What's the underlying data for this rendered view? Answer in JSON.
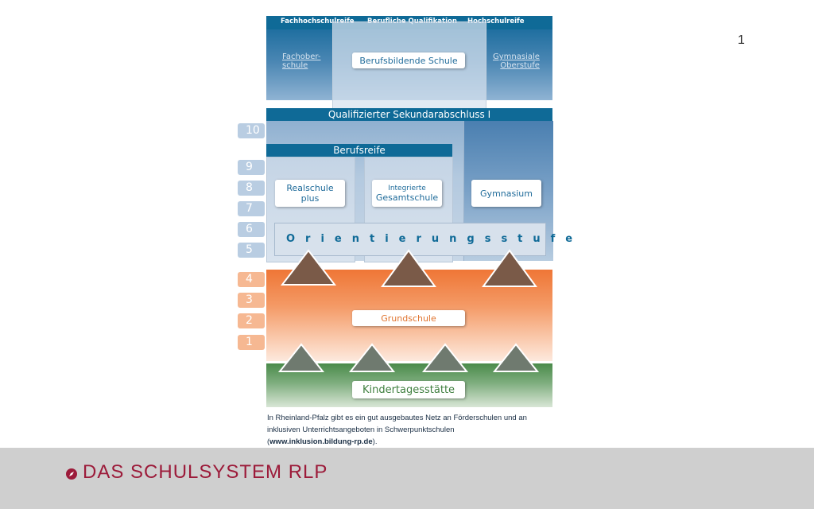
{
  "slide_number": "1",
  "top_labels": {
    "fachhochschulreife": "Fachhochschulreife",
    "berufliche_qualifikation": "Berufliche Qualifikation",
    "hochschulreife": "Hochschulreife"
  },
  "upper_schools": {
    "fachoberschule_line1": "Fachober-",
    "fachoberschule_line2": "schule",
    "berufsbildende_schule": "Berufsbildende Schule",
    "gymnasiale_line1": "Gymnasiale",
    "gymnasiale_line2": "Oberstufe"
  },
  "qualifizierter_abschluss": "Qualifizierter Sekundarabschluss I",
  "berufsreife": "Berufsreife",
  "secondary_schools": {
    "realschule_line1": "Realschule",
    "realschule_line2": "plus",
    "igs_line1": "Integrierte",
    "igs_line2": "Gesamtschule",
    "gymnasium": "Gymnasium"
  },
  "orientierungsstufe": "Orientierungsstufe",
  "grades": [
    "10",
    "9",
    "8",
    "7",
    "6",
    "5",
    "4",
    "3",
    "2",
    "1"
  ],
  "grundschule": "Grundschule",
  "kindertagesstaette": "Kindertagesstätte",
  "caption": {
    "text": "In Rheinland-Pfalz gibt es ein gut ausgebautes Netz an Förderschulen und an inklusiven  Unterrichtsangeboten in Schwerpunktschulen",
    "link": "www.inklusion.bildung-rp.de",
    "open_paren": "(",
    "close_paren": ")."
  },
  "footer_title": "DAS SCHULSYSTEM RLP",
  "colors": {
    "header_blue": "#0f6a97",
    "grundschule_orange": "#ef7636",
    "kita_green": "#4a8a4a",
    "title_red": "#9c1b3a"
  }
}
